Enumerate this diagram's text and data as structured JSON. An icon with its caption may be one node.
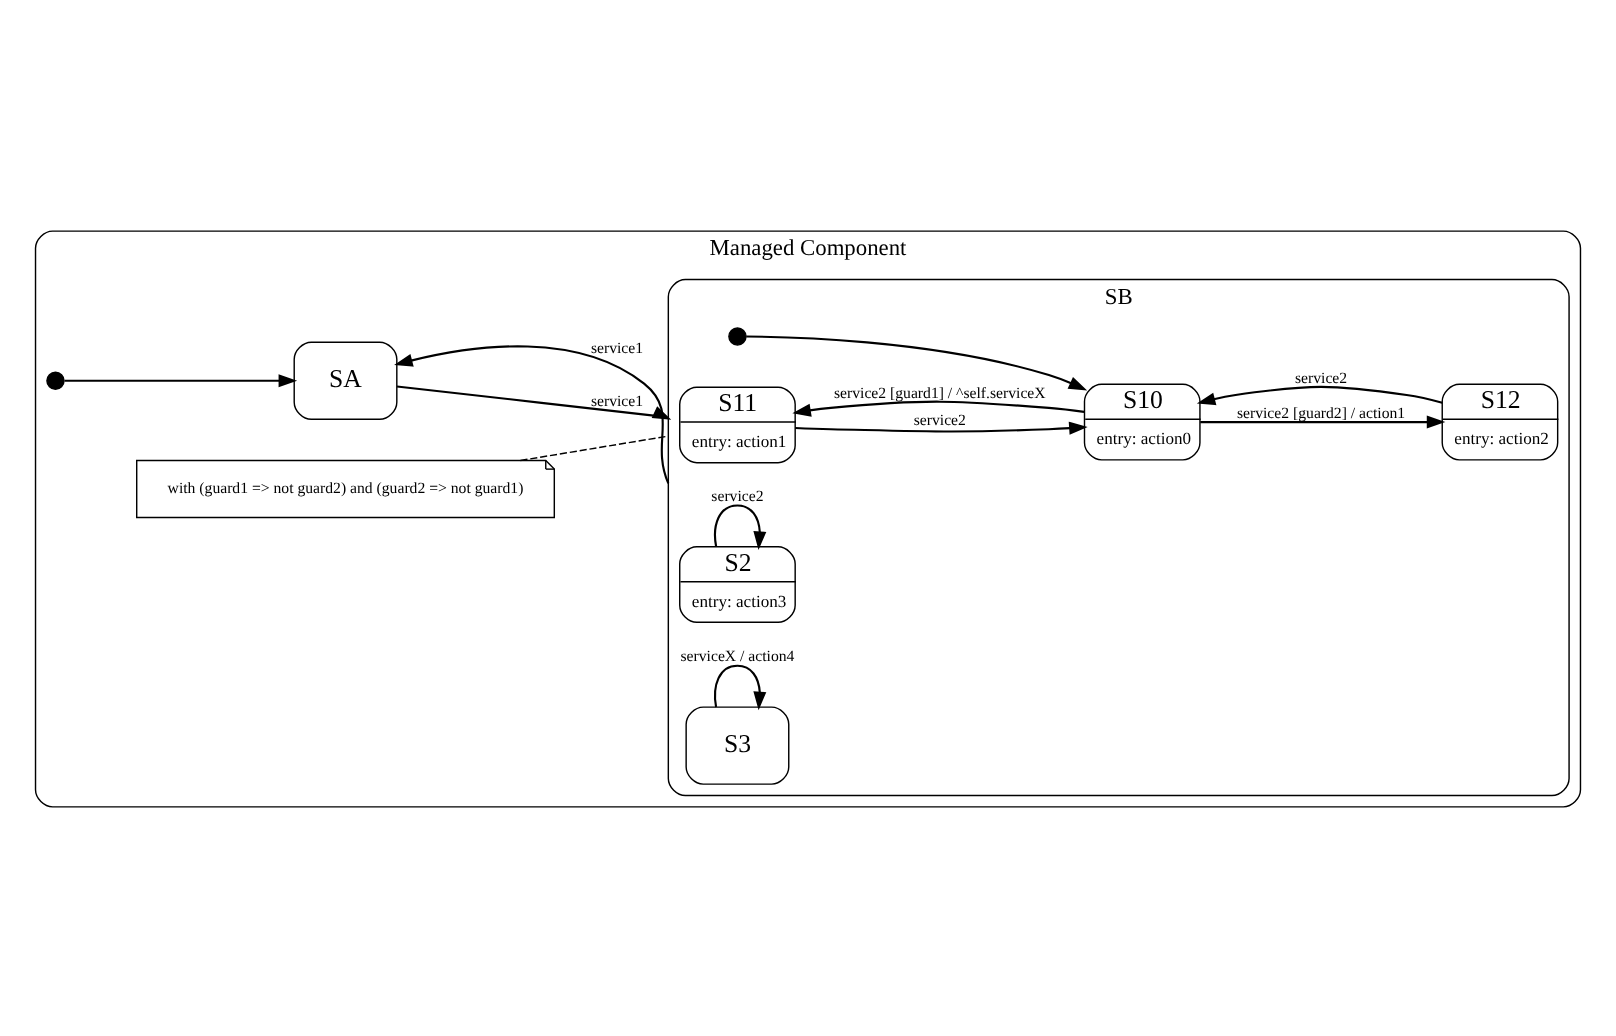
{
  "diagram": {
    "nodes": [
      {
        "text": [
          "Managed Component"
        ]
      },
      {
        "text": [
          "SA"
        ],
        "in": 0
      },
      {
        "text": [],
        "shape": "circle",
        "in": 0
      },
      {
        "text": [
          "SB"
        ],
        "in": 0
      },
      {
        "text": [],
        "shape": "circle",
        "in": 3
      },
      {
        "text": [
          "S11",
          "entry: action1"
        ],
        "in": 3
      },
      {
        "text": [
          "S10",
          "entry: action0"
        ],
        "in": 3
      },
      {
        "text": [
          "S12",
          "entry: action2"
        ],
        "in": 3
      },
      {
        "text": [
          "S2",
          "entry: action3"
        ],
        "in": 3
      },
      {
        "text": [
          "S3"
        ],
        "in": 3
      },
      {
        "text": [
          "with (guard1 => not guard2) and (guard2 => not guard1)"
        ],
        "in": 0
      }
    ],
    "edges": [
      {
        "from": 2,
        "to": 1,
        "arrow": "to"
      },
      {
        "from": 1,
        "to": 3,
        "arrow": "to",
        "label": "service1"
      },
      {
        "from": 3,
        "to": 1,
        "arrow": "to",
        "label": "service1"
      },
      {
        "from": 4,
        "to": 6,
        "arrow": "to"
      },
      {
        "from": 6,
        "to": 5,
        "arrow": "to",
        "label": "service2 [guard1] / ^self.serviceX"
      },
      {
        "from": 6,
        "to": 7,
        "arrow": "to",
        "label": "service2 [guard2] / action1"
      },
      {
        "from": 5,
        "to": 6,
        "arrow": "to",
        "label": "service2"
      },
      {
        "from": 7,
        "to": 6,
        "arrow": "to",
        "label": "service2"
      },
      {
        "from": 8,
        "to": 8,
        "arrow": "to",
        "label": "service2"
      },
      {
        "from": 9,
        "to": 9,
        "arrow": "to",
        "label": "serviceX / action4"
      },
      {
        "from": 10,
        "to": 3,
        "arrow": "none",
        "style": "dashed"
      }
    ]
  }
}
